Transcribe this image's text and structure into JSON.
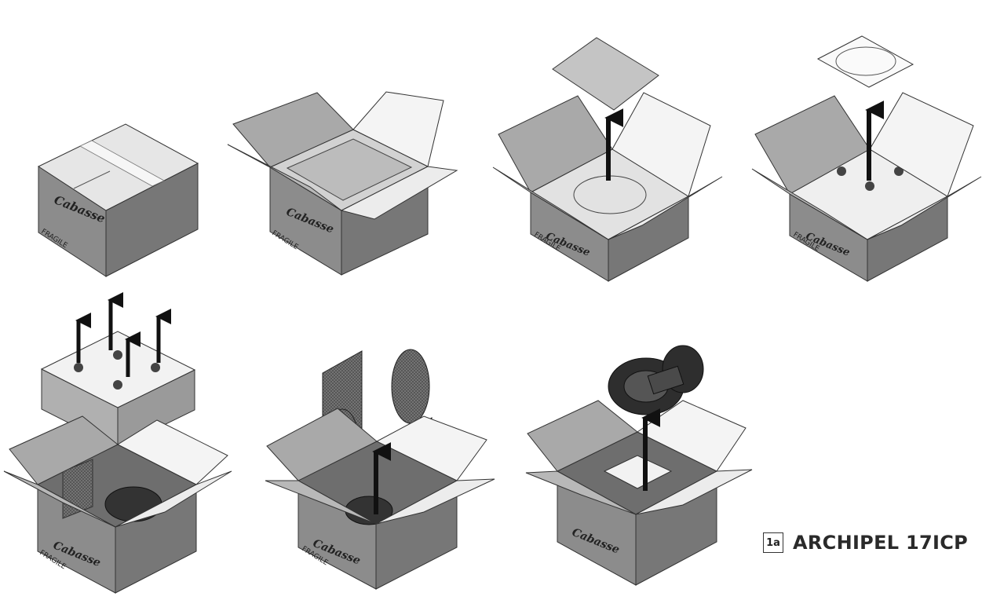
{
  "brand_label": "Cabasse",
  "fragile_label": "FRAGILE",
  "caption": {
    "badge": "1a",
    "title": "ARCHIPEL 17ICP"
  },
  "colors": {
    "box_side": "#8c8c8c",
    "box_side_dark": "#747474",
    "flap": "#a9a9a9",
    "flap_light": "#f4f4f4",
    "arrow": "#111111",
    "background": "#ffffff"
  }
}
